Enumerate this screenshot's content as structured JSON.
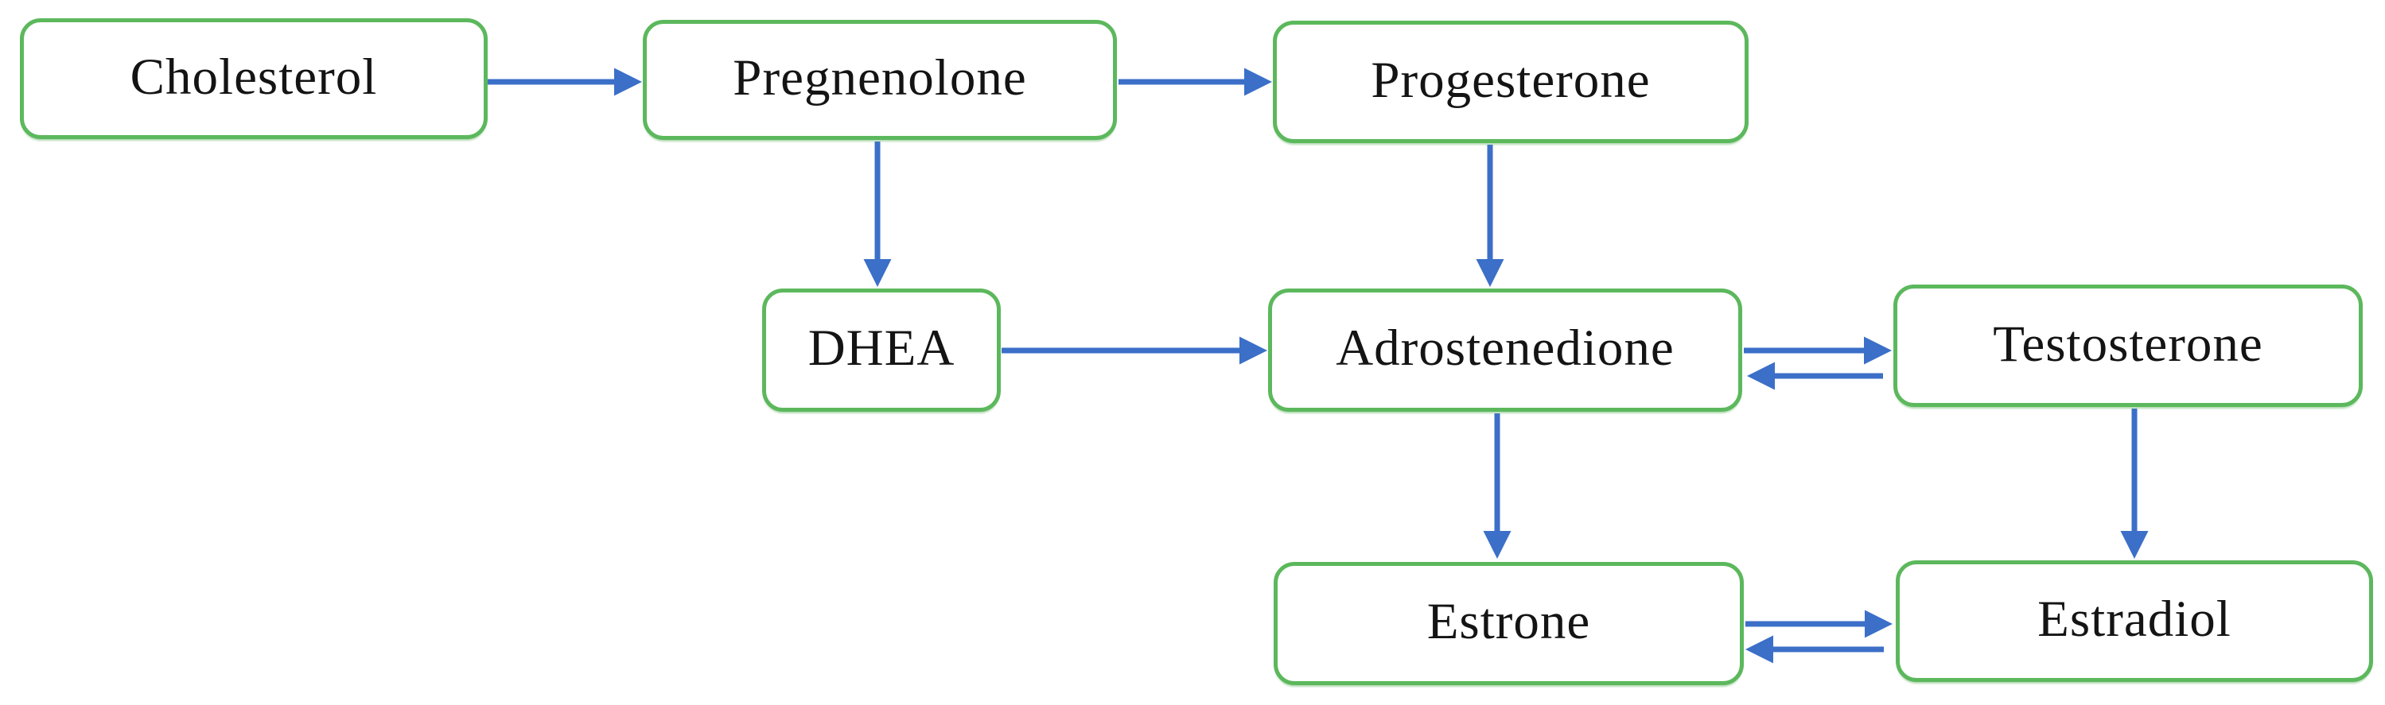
{
  "diagram": {
    "nodes": {
      "cholesterol": {
        "label": "Cholesterol"
      },
      "pregnenolone": {
        "label": "Pregnenolone"
      },
      "progesterone": {
        "label": "Progesterone"
      },
      "dhea": {
        "label": "DHEA"
      },
      "androstenedione": {
        "label": "Adrostenedione"
      },
      "testosterone": {
        "label": "Testosterone"
      },
      "estrone": {
        "label": "Estrone"
      },
      "estradiol": {
        "label": "Estradiol"
      }
    },
    "edges": [
      {
        "from": "Cholesterol",
        "to": "Pregnenolone",
        "type": "one-way"
      },
      {
        "from": "Pregnenolone",
        "to": "Progesterone",
        "type": "one-way"
      },
      {
        "from": "Pregnenolone",
        "to": "DHEA",
        "type": "one-way"
      },
      {
        "from": "Progesterone",
        "to": "Adrostenedione",
        "type": "one-way"
      },
      {
        "from": "DHEA",
        "to": "Adrostenedione",
        "type": "one-way"
      },
      {
        "from": "Adrostenedione",
        "to": "Testosterone",
        "type": "two-way"
      },
      {
        "from": "Adrostenedione",
        "to": "Estrone",
        "type": "one-way"
      },
      {
        "from": "Testosterone",
        "to": "Estradiol",
        "type": "one-way"
      },
      {
        "from": "Estrone",
        "to": "Estradiol",
        "type": "two-way"
      }
    ],
    "colors": {
      "background": "#ffffff",
      "box_fill": "#ffffff",
      "box_border": "#5cb85c",
      "arrow": "#3b6fc8",
      "text": "#141414"
    }
  }
}
